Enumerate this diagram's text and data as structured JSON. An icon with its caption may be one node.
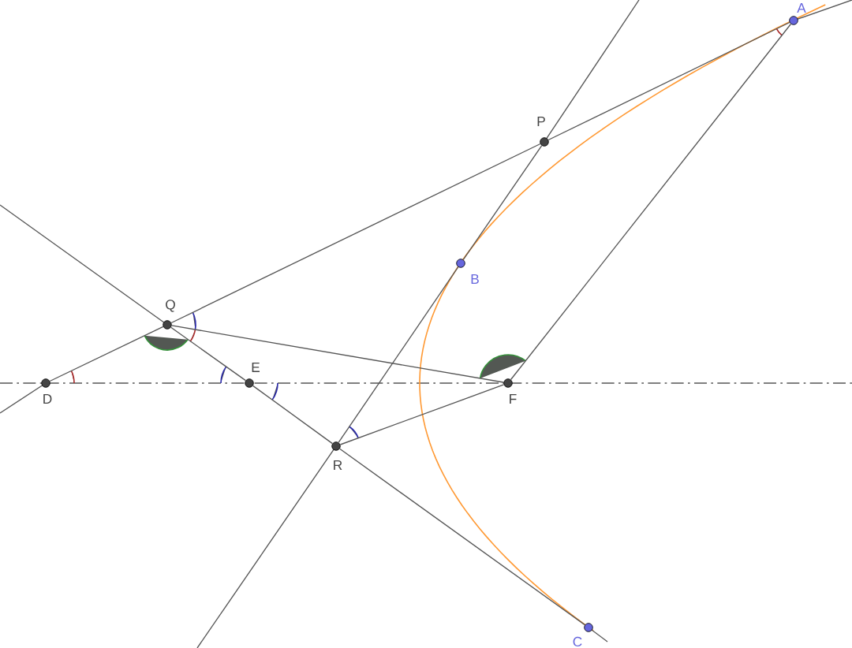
{
  "diagram": {
    "nodes": [
      {
        "text": [
          "A"
        ]
      },
      {
        "text": [
          "P"
        ]
      },
      {
        "text": [
          "B"
        ]
      },
      {
        "text": [
          "Q"
        ]
      },
      {
        "text": [
          "D"
        ]
      },
      {
        "text": [
          "E"
        ]
      },
      {
        "text": [
          "F"
        ]
      },
      {
        "text": [
          "R"
        ]
      },
      {
        "text": [
          "C"
        ]
      }
    ],
    "edges": [
      {
        "from": 0,
        "to": 1,
        "arrow": "none"
      },
      {
        "from": 1,
        "to": 3,
        "arrow": "none"
      },
      {
        "from": 3,
        "to": 4,
        "arrow": "none"
      },
      {
        "from": 1,
        "to": 2,
        "arrow": "none"
      },
      {
        "from": 2,
        "to": 7,
        "arrow": "none"
      },
      {
        "from": 3,
        "to": 5,
        "arrow": "none"
      },
      {
        "from": 5,
        "to": 7,
        "arrow": "none"
      },
      {
        "from": 7,
        "to": 8,
        "arrow": "none"
      },
      {
        "from": 3,
        "to": 6,
        "arrow": "none"
      },
      {
        "from": 7,
        "to": 6,
        "arrow": "none"
      },
      {
        "from": 6,
        "to": 0,
        "arrow": "none"
      }
    ]
  }
}
